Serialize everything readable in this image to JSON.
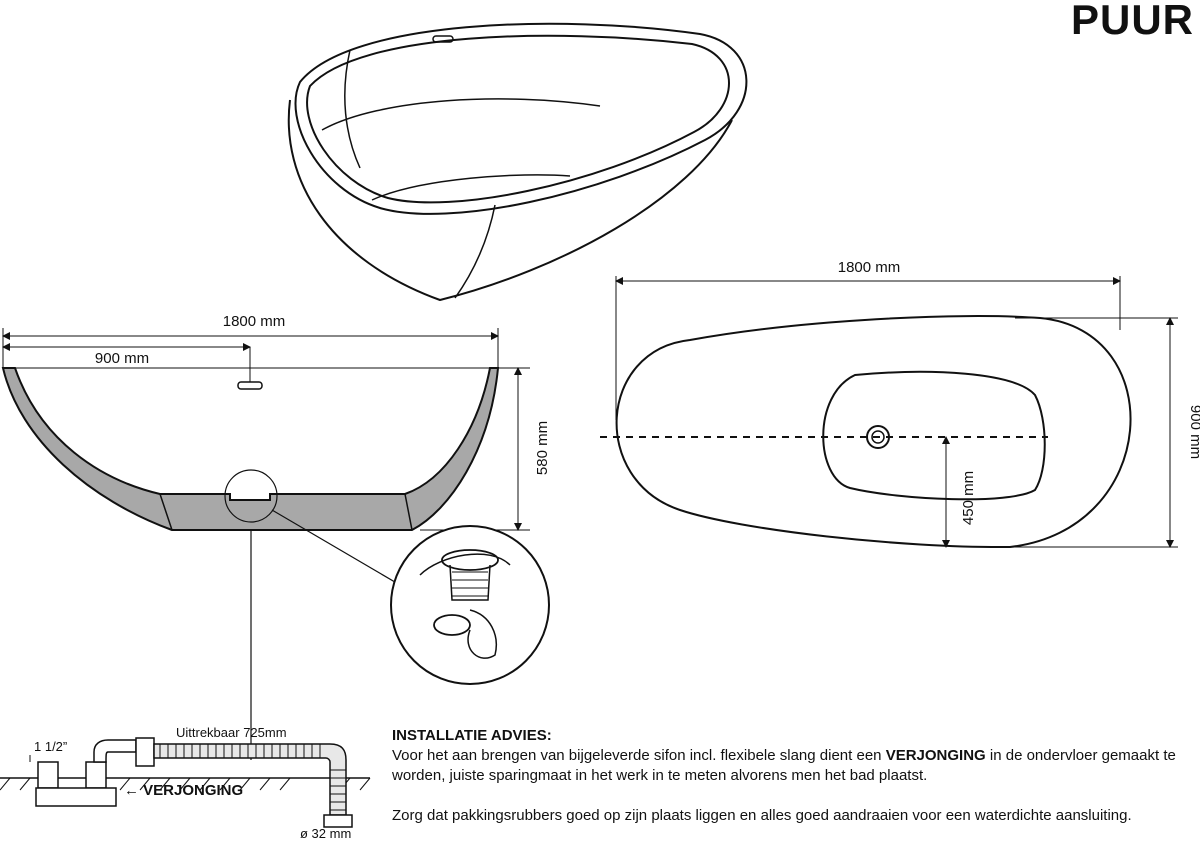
{
  "brand": "PUUR",
  "side_view": {
    "width_label": "1800 mm",
    "half_label": "900 mm",
    "height_label": "580 mm"
  },
  "top_view": {
    "length_label": "1800 mm",
    "width_label": "900 mm",
    "drain_offset_label": "450 mm"
  },
  "siphon": {
    "size_label": "1 1/2”",
    "hose_label": "Uittrekbaar 725mm",
    "reducer_label": "← VERJONGING",
    "diameter_label": "ø 32 mm"
  },
  "advice": {
    "heading": "INSTALLATIE ADVIES:",
    "p1_before": "Voor het aan brengen van bijgeleverde sifon incl. flexibele slang dient een ",
    "p1_bold": "VERJONGING",
    "p1_after": " in de ondervloer gemaakt te worden, juiste sparingmaat in het werk in te meten alvorens men het bad plaatst.",
    "p2": "Zorg dat pakkingsrubbers goed op zijn plaats liggen en alles goed aandraaien voor een waterdichte aansluiting."
  }
}
